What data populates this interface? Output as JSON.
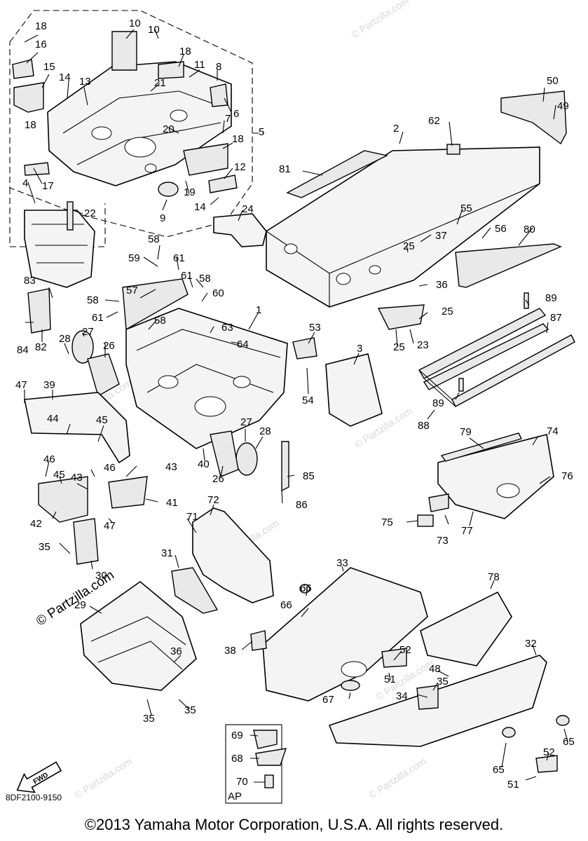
{
  "diagram": {
    "reference_code": "8DF2100-9150",
    "copyright": "©2013  Yamaha Motor Corporation, U.S.A. All rights reserved.",
    "side_watermark": "© Partzilla.com",
    "faint_watermark": "© Partzilla.com",
    "fwd_arrow_label": "FWD",
    "inset_label": "AP",
    "callouts": [
      {
        "id": "c18a",
        "text": "18"
      },
      {
        "id": "c16",
        "text": "16"
      },
      {
        "id": "c15",
        "text": "15"
      },
      {
        "id": "c14a",
        "text": "14"
      },
      {
        "id": "c13",
        "text": "13"
      },
      {
        "id": "c10a",
        "text": "10"
      },
      {
        "id": "c10b",
        "text": "10"
      },
      {
        "id": "c18b",
        "text": "18"
      },
      {
        "id": "c11",
        "text": "11"
      },
      {
        "id": "c8",
        "text": "8"
      },
      {
        "id": "c21",
        "text": "21"
      },
      {
        "id": "c6",
        "text": "6"
      },
      {
        "id": "c20",
        "text": "20"
      },
      {
        "id": "c7",
        "text": "7"
      },
      {
        "id": "c18c",
        "text": "18"
      },
      {
        "id": "c5",
        "text": "5"
      },
      {
        "id": "c18d",
        "text": "18"
      },
      {
        "id": "c12",
        "text": "12"
      },
      {
        "id": "c17",
        "text": "17"
      },
      {
        "id": "c19",
        "text": "19"
      },
      {
        "id": "c14b",
        "text": "14"
      },
      {
        "id": "c9",
        "text": "9"
      },
      {
        "id": "c4",
        "text": "4"
      },
      {
        "id": "c22",
        "text": "22"
      },
      {
        "id": "c24",
        "text": "24"
      },
      {
        "id": "c50",
        "text": "50"
      },
      {
        "id": "c49",
        "text": "49"
      },
      {
        "id": "c2",
        "text": "2"
      },
      {
        "id": "c62",
        "text": "62"
      },
      {
        "id": "c81",
        "text": "81"
      },
      {
        "id": "c55",
        "text": "55"
      },
      {
        "id": "c37",
        "text": "37"
      },
      {
        "id": "c25a",
        "text": "25"
      },
      {
        "id": "c56",
        "text": "56"
      },
      {
        "id": "c80",
        "text": "80"
      },
      {
        "id": "c36a",
        "text": "36"
      },
      {
        "id": "c58a",
        "text": "58"
      },
      {
        "id": "c59",
        "text": "59"
      },
      {
        "id": "c61a",
        "text": "61"
      },
      {
        "id": "c61b",
        "text": "61"
      },
      {
        "id": "c58b",
        "text": "58"
      },
      {
        "id": "c57",
        "text": "57"
      },
      {
        "id": "c60",
        "text": "60"
      },
      {
        "id": "c58c",
        "text": "58"
      },
      {
        "id": "c61c",
        "text": "61"
      },
      {
        "id": "c58d",
        "text": "58"
      },
      {
        "id": "c83",
        "text": "83"
      },
      {
        "id": "c84",
        "text": "84"
      },
      {
        "id": "c82",
        "text": "82"
      },
      {
        "id": "c1",
        "text": "1"
      },
      {
        "id": "c63",
        "text": "63"
      },
      {
        "id": "c64",
        "text": "64"
      },
      {
        "id": "c28a",
        "text": "28"
      },
      {
        "id": "c27a",
        "text": "27"
      },
      {
        "id": "c26a",
        "text": "26"
      },
      {
        "id": "c53",
        "text": "53"
      },
      {
        "id": "c3",
        "text": "3"
      },
      {
        "id": "c25b",
        "text": "25"
      },
      {
        "id": "c23",
        "text": "23"
      },
      {
        "id": "c25c",
        "text": "25"
      },
      {
        "id": "c89a",
        "text": "89"
      },
      {
        "id": "c87",
        "text": "87"
      },
      {
        "id": "c54",
        "text": "54"
      },
      {
        "id": "c89b",
        "text": "89"
      },
      {
        "id": "c88",
        "text": "88"
      },
      {
        "id": "c47a",
        "text": "47"
      },
      {
        "id": "c39",
        "text": "39"
      },
      {
        "id": "c44",
        "text": "44"
      },
      {
        "id": "c45a",
        "text": "45"
      },
      {
        "id": "c27b",
        "text": "27"
      },
      {
        "id": "c28b",
        "text": "28"
      },
      {
        "id": "c40",
        "text": "40"
      },
      {
        "id": "c26b",
        "text": "26"
      },
      {
        "id": "c79",
        "text": "79"
      },
      {
        "id": "c74",
        "text": "74"
      },
      {
        "id": "c46a",
        "text": "46"
      },
      {
        "id": "c45b",
        "text": "45"
      },
      {
        "id": "c46b",
        "text": "46"
      },
      {
        "id": "c43a",
        "text": "43"
      },
      {
        "id": "c43b",
        "text": "43"
      },
      {
        "id": "c85",
        "text": "85"
      },
      {
        "id": "c76",
        "text": "76"
      },
      {
        "id": "c41",
        "text": "41"
      },
      {
        "id": "c86",
        "text": "86"
      },
      {
        "id": "c42",
        "text": "42"
      },
      {
        "id": "c47b",
        "text": "47"
      },
      {
        "id": "c72",
        "text": "72"
      },
      {
        "id": "c71",
        "text": "71"
      },
      {
        "id": "c75",
        "text": "75"
      },
      {
        "id": "c73",
        "text": "73"
      },
      {
        "id": "c77",
        "text": "77"
      },
      {
        "id": "c35a",
        "text": "35"
      },
      {
        "id": "c30",
        "text": "30"
      },
      {
        "id": "c31",
        "text": "31"
      },
      {
        "id": "c33",
        "text": "33"
      },
      {
        "id": "c78",
        "text": "78"
      },
      {
        "id": "c29",
        "text": "29"
      },
      {
        "id": "c66a",
        "text": "66"
      },
      {
        "id": "c66b",
        "text": "66"
      },
      {
        "id": "c38",
        "text": "38"
      },
      {
        "id": "c36b",
        "text": "36"
      },
      {
        "id": "c52a",
        "text": "52"
      },
      {
        "id": "c32",
        "text": "32"
      },
      {
        "id": "c48",
        "text": "48"
      },
      {
        "id": "c51a",
        "text": "51"
      },
      {
        "id": "c35b",
        "text": "35"
      },
      {
        "id": "c67",
        "text": "67"
      },
      {
        "id": "c34",
        "text": "34"
      },
      {
        "id": "c35c",
        "text": "35"
      },
      {
        "id": "c35d",
        "text": "35"
      },
      {
        "id": "c69",
        "text": "69"
      },
      {
        "id": "c68",
        "text": "68"
      },
      {
        "id": "c65a",
        "text": "65"
      },
      {
        "id": "c65b",
        "text": "65"
      },
      {
        "id": "c52b",
        "text": "52"
      },
      {
        "id": "c70",
        "text": "70"
      },
      {
        "id": "c51b",
        "text": "51"
      }
    ]
  }
}
